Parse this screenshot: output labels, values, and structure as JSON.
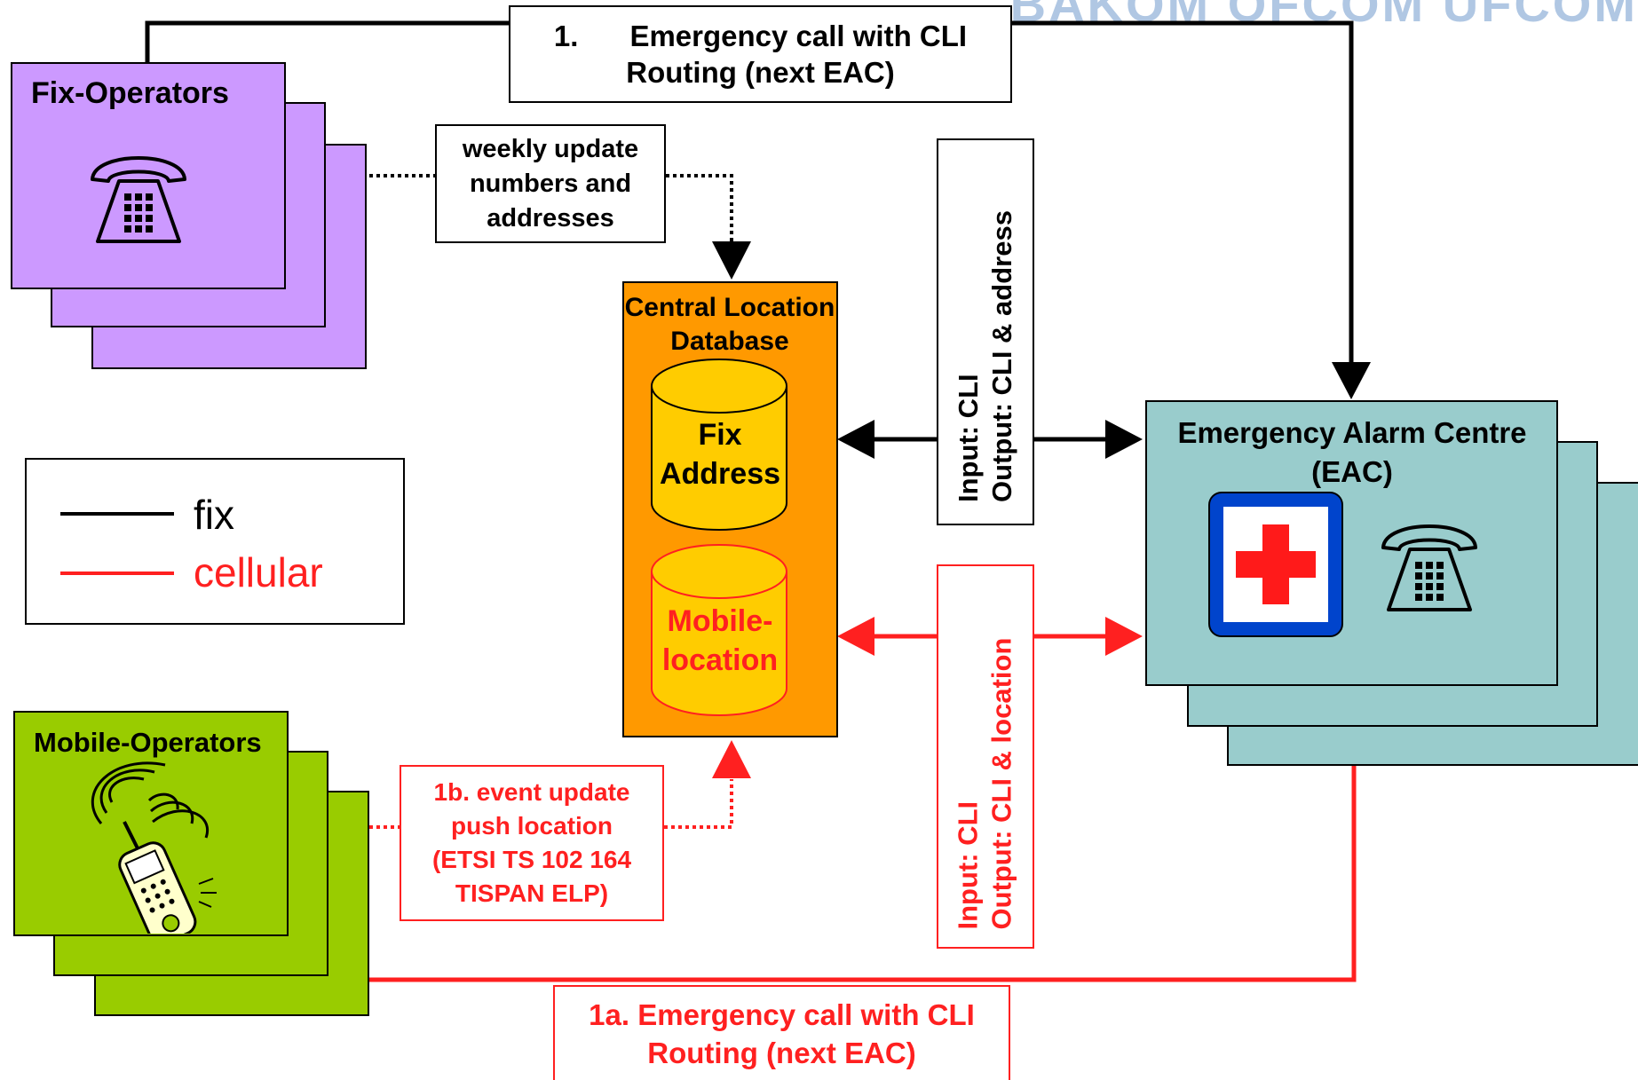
{
  "header": {
    "watermark": "BAKOM OFCOM UFCOM"
  },
  "fix_operators": {
    "title": "Fix-Operators",
    "icon": "telephone-icon",
    "color": "#cc99ff"
  },
  "mobile_operators": {
    "title": "Mobile-Operators",
    "icon": "mobile-phone-icon",
    "color": "#99cc00"
  },
  "database": {
    "title_line1": "Central Location",
    "title_line2": "Database",
    "color": "#ff9900",
    "fix_cylinder": {
      "line1": "Fix",
      "line2": "Address",
      "color": "#ffcc00"
    },
    "mobile_cylinder": {
      "line1": "Mobile-",
      "line2": "location",
      "color": "#ffcc00"
    }
  },
  "eac": {
    "title_line1": "Emergency Alarm Centre",
    "title_line2": "(EAC)",
    "color": "#99cccc",
    "icons": [
      "red-cross-icon",
      "telephone-icon"
    ]
  },
  "boxes": {
    "call_fix": {
      "num": "1.",
      "line1": "Emergency call with CLI",
      "line2": "Routing (next EAC)"
    },
    "weekly": {
      "line1": "weekly update",
      "line2": "numbers and",
      "line3": "addresses"
    },
    "io_fix": {
      "line1": "Input: CLI",
      "line2": "Output: CLI & address"
    },
    "io_mobile": {
      "line1": "Input: CLI",
      "line2": "Output: CLI & location"
    },
    "event": {
      "line1": "1b. event update",
      "line2": "push location",
      "line3": "(ETSI TS 102 164",
      "line4": "TISPAN ELP)"
    },
    "call_mobile": {
      "line1": "1a. Emergency call with CLI",
      "line2": "Routing (next EAC)"
    }
  },
  "legend": {
    "items": [
      {
        "label": "fix",
        "color": "#000000"
      },
      {
        "label": "cellular",
        "color": "#ff2020"
      }
    ]
  }
}
